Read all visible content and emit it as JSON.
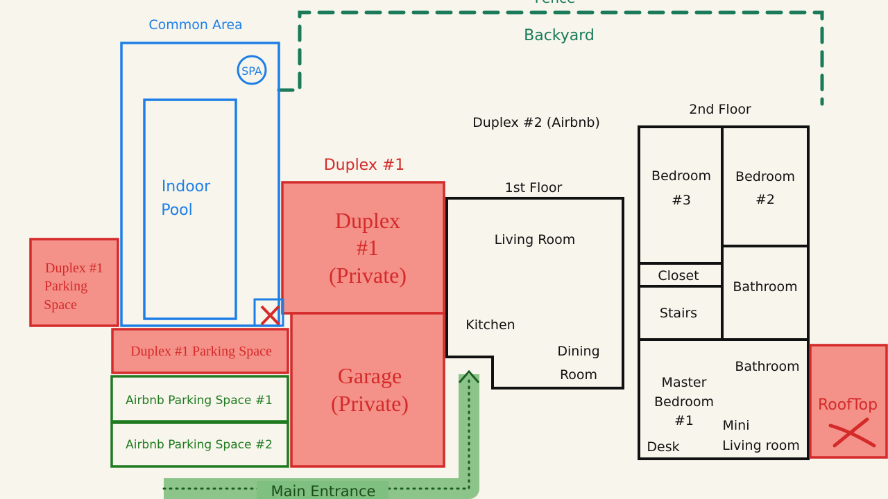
{
  "colors": {
    "background": "#f7f5ec",
    "common_area": "#1e7ee6",
    "private": "#d42a2a",
    "private_fill": "#f4928a",
    "airbnb_parking": "#1f7a1f",
    "fence": "#1a7a5a",
    "entrance": "#7fbf7f",
    "duplex2": "#111111"
  },
  "fence": {
    "label": "Fence",
    "area_label": "Backyard"
  },
  "common_area": {
    "label": "Common Area",
    "spa": "SPA",
    "pool_line1": "Indoor",
    "pool_line2": "Pool",
    "blocked_icon": "x-mark-icon"
  },
  "duplex1": {
    "label": "Duplex #1",
    "private_line1": "Duplex",
    "private_line2": "#1",
    "private_line3": "(Private)",
    "garage_line1": "Garage",
    "garage_line2": "(Private)",
    "parking_left_line1": "Duplex #1",
    "parking_left_line2": "Parking",
    "parking_left_line3": "Space",
    "parking_strip": "Duplex #1 Parking Space"
  },
  "airbnb_parking": [
    "Airbnb Parking Space #1",
    "Airbnb Parking Space #2"
  ],
  "entrance": {
    "label": "Main Entrance"
  },
  "duplex2": {
    "title": "Duplex #2 (Airbnb)",
    "first_floor": {
      "label": "1st Floor",
      "living": "Living Room",
      "kitchen": "Kitchen",
      "dining1": "Dining",
      "dining2": "Room"
    },
    "second_floor": {
      "label": "2nd Floor",
      "bed3_a": "Bedroom",
      "bed3_b": "#3",
      "bed2_a": "Bedroom",
      "bed2_b": "#2",
      "closet": "Closet",
      "bathroom": "Bathroom",
      "stairs": "Stairs",
      "master_bath": "Bathroom",
      "master_a": "Master",
      "master_b": "Bedroom",
      "master_c": "#1",
      "mini_a": "Mini",
      "mini_b": "Living room",
      "desk": "Desk"
    },
    "rooftop": "RoofTop"
  }
}
